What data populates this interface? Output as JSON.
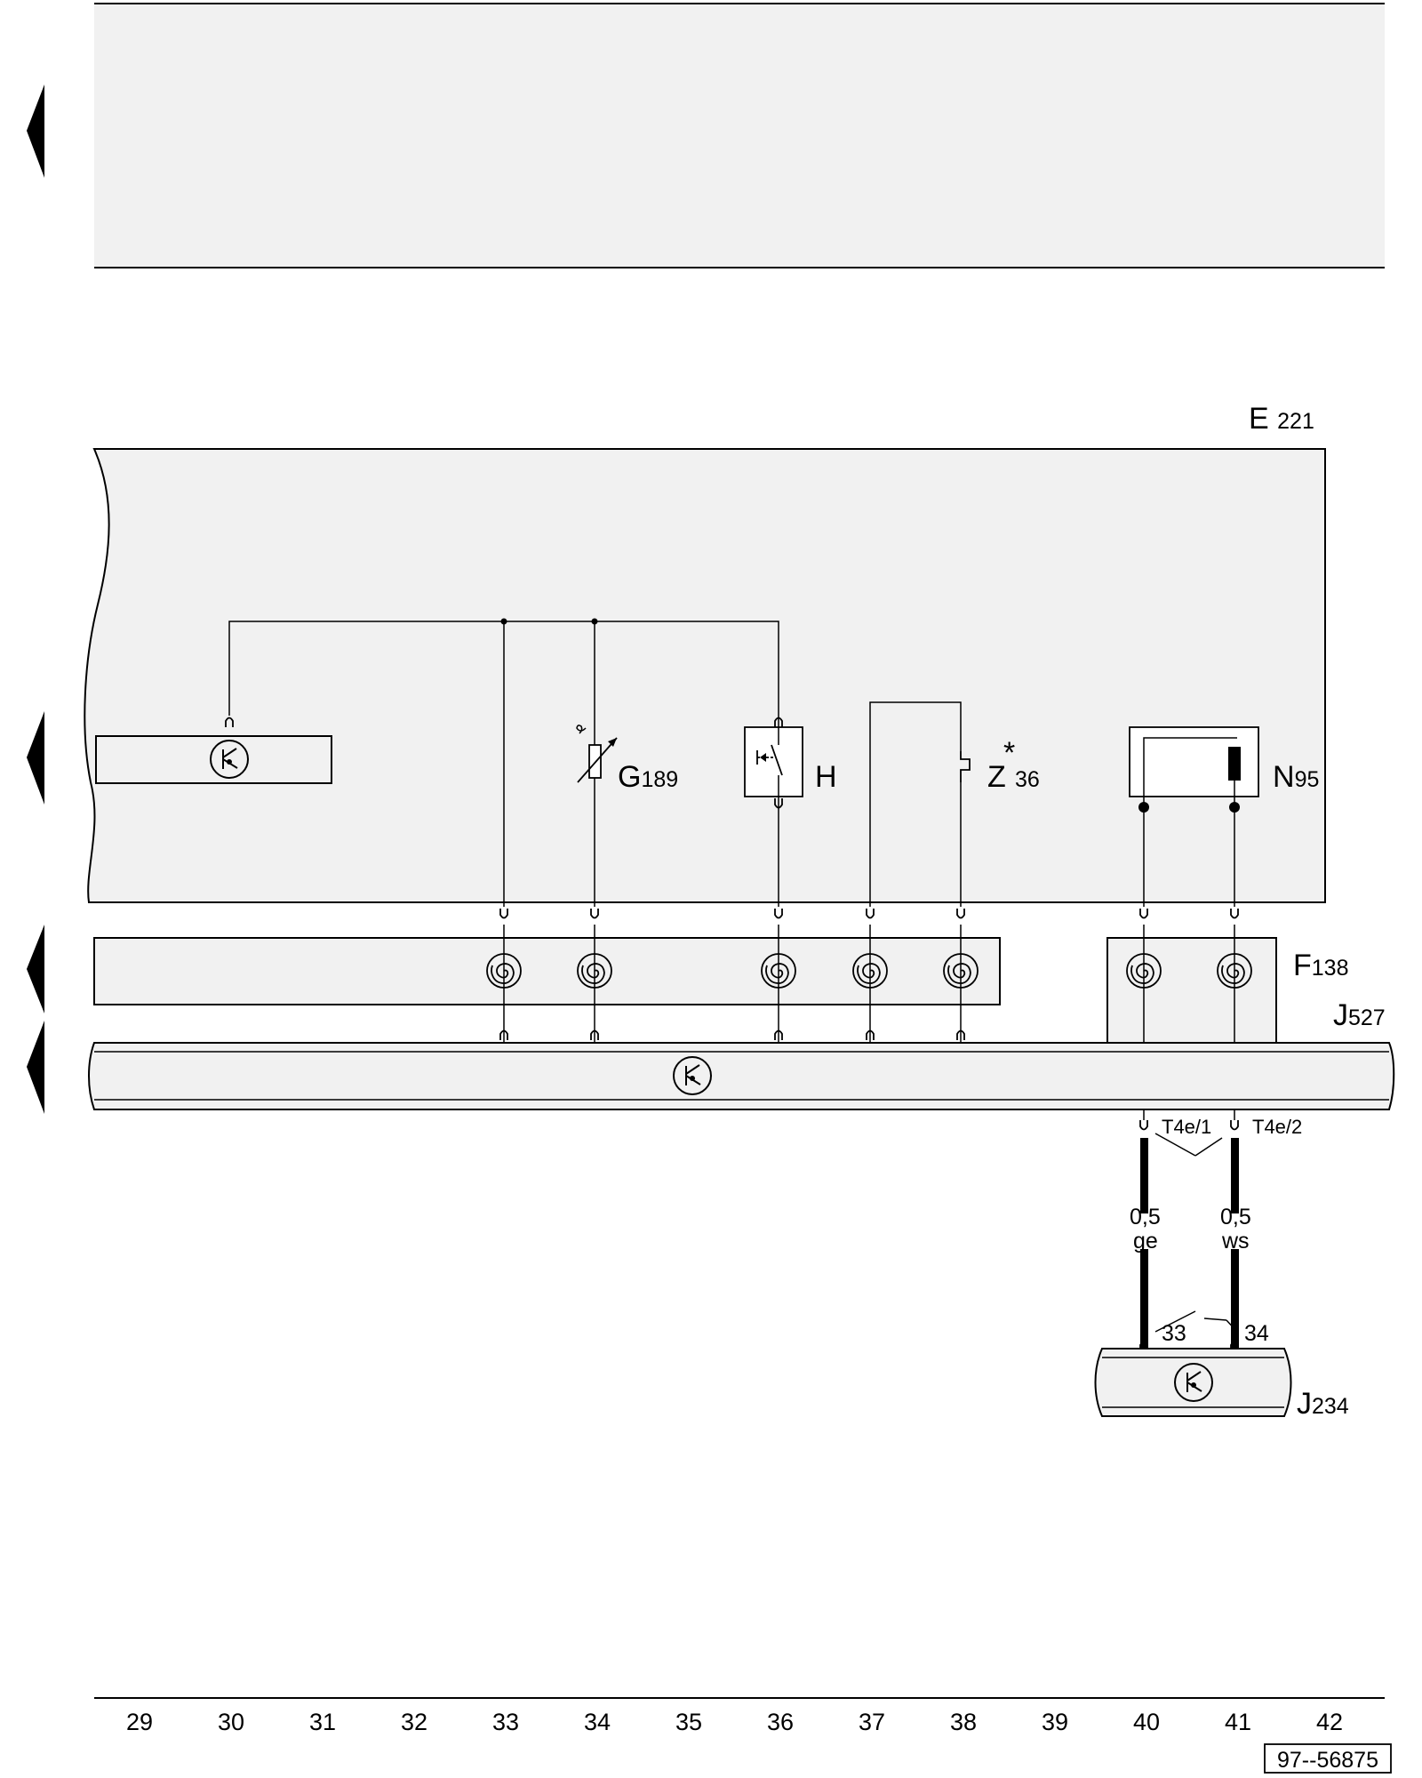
{
  "components": {
    "e221": {
      "letter": "E",
      "number": "221"
    },
    "g189": {
      "letter": "G",
      "number": "189"
    },
    "h": {
      "letter": "H"
    },
    "z36": {
      "letter": "Z",
      "mark": "*",
      "number": "36"
    },
    "n95": {
      "letter": "N",
      "number": "95"
    },
    "f138": {
      "letter": "F",
      "number": "138"
    },
    "j527": {
      "letter": "J",
      "number": "527"
    },
    "j234": {
      "letter": "J",
      "number": "234"
    }
  },
  "connectors": {
    "t4e_1": "T4e/1",
    "t4e_2": "T4e/2",
    "pin_33": "33",
    "pin_34": "34"
  },
  "wires": [
    {
      "size": "0,5",
      "color": "ge"
    },
    {
      "size": "0,5",
      "color": "ws"
    }
  ],
  "current_track_numbers": [
    "29",
    "30",
    "31",
    "32",
    "33",
    "34",
    "35",
    "36",
    "37",
    "38",
    "39",
    "40",
    "41",
    "42"
  ],
  "reference_code": "97--56875"
}
